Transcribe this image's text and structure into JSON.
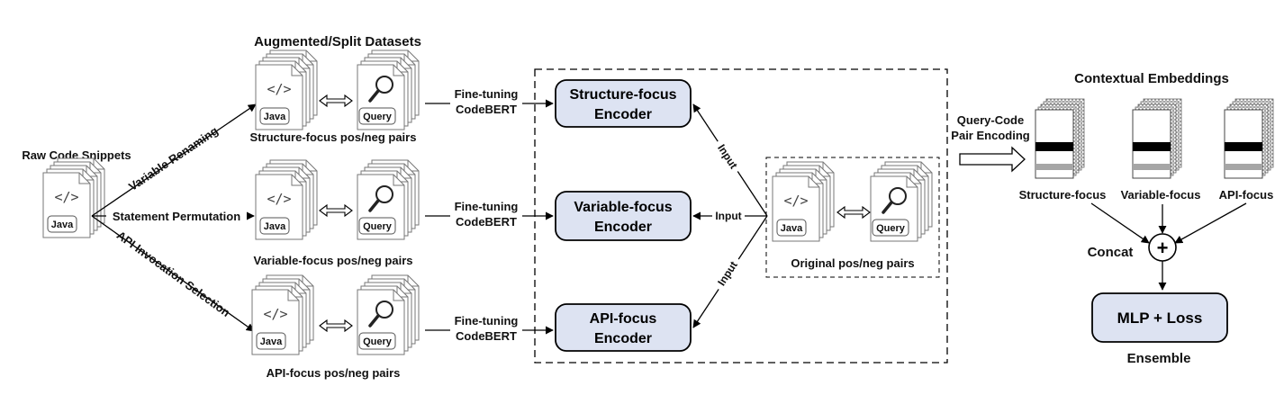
{
  "titles": {
    "augmented": "Augmented/Split Datasets",
    "raw": "Raw Code Snippets",
    "contextual": "Contextual Embeddings"
  },
  "augmentations": {
    "variable": "Variable Renaming",
    "statement": "Statement Permutation",
    "api": "API Invocation Selection"
  },
  "file_labels": {
    "code_glyph": "</>",
    "java": "Java",
    "query": "Query"
  },
  "pairs": {
    "structure": "Structure-focus pos/neg pairs",
    "variable": "Variable-focus pos/neg pairs",
    "api": "API-focus pos/neg pairs",
    "original": "Original pos/neg pairs"
  },
  "finetune": {
    "line1": "Fine-tuning",
    "line2": "CodeBERT"
  },
  "encoders": {
    "structure": [
      "Structure-focus",
      "Encoder"
    ],
    "variable": [
      "Variable-focus",
      "Encoder"
    ],
    "api": [
      "API-focus",
      "Encoder"
    ]
  },
  "input_label": "Input",
  "pair_encoding": [
    "Query-Code",
    "Pair Encoding"
  ],
  "embeddings": {
    "structure": "Structure-focus",
    "variable": "Variable-focus",
    "api": "API-focus"
  },
  "concat": "Concat",
  "plus": "+",
  "mlp": "MLP + Loss",
  "ensemble": "Ensemble",
  "colors": {
    "encoder_fill": "#dde3f2",
    "emb_black": "#000000",
    "emb_gray": "#a6a6a6"
  }
}
